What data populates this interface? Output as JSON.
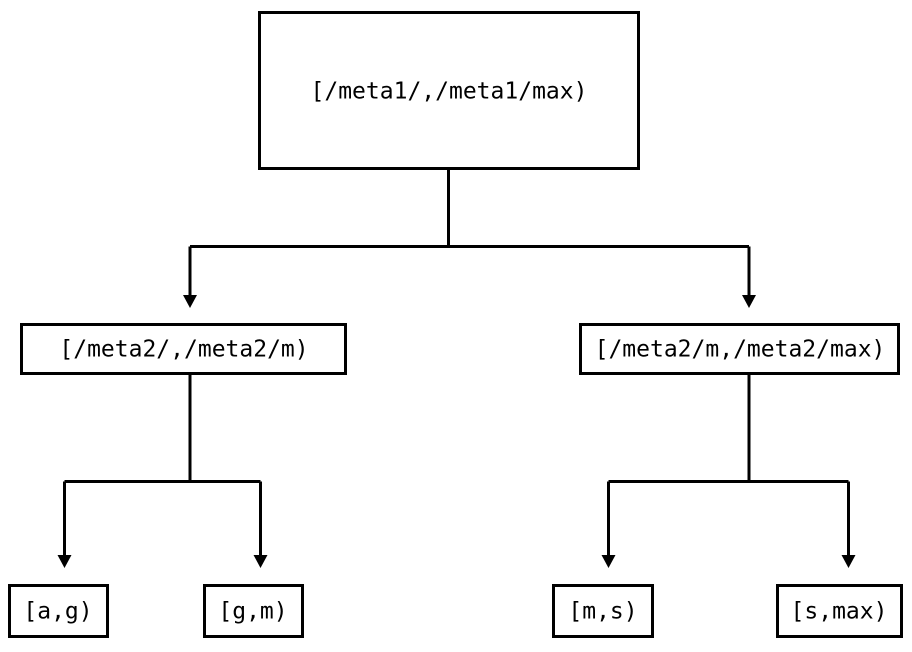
{
  "diagram": {
    "type": "tree",
    "title": "",
    "background_color": "#ffffff",
    "line_color": "#000000",
    "text_color": "#000000",
    "nodes": {
      "root": {
        "label": "[/meta1/,/meta1/max)",
        "level": 0
      },
      "mid_left": {
        "label": "[/meta2/,/meta2/m)",
        "level": 1
      },
      "mid_right": {
        "label": "[/meta2/m,/meta2/max)",
        "level": 1
      },
      "leaf_1": {
        "label": "[a,g)",
        "level": 2
      },
      "leaf_2": {
        "label": "[g,m)",
        "level": 2
      },
      "leaf_3": {
        "label": "[m,s)",
        "level": 2
      },
      "leaf_4": {
        "label": "[s,max)",
        "level": 2
      }
    },
    "edges": [
      {
        "from": "root",
        "to": "mid_left"
      },
      {
        "from": "root",
        "to": "mid_right"
      },
      {
        "from": "mid_left",
        "to": "leaf_1"
      },
      {
        "from": "mid_left",
        "to": "leaf_2"
      },
      {
        "from": "mid_right",
        "to": "leaf_3"
      },
      {
        "from": "mid_right",
        "to": "leaf_4"
      }
    ]
  }
}
